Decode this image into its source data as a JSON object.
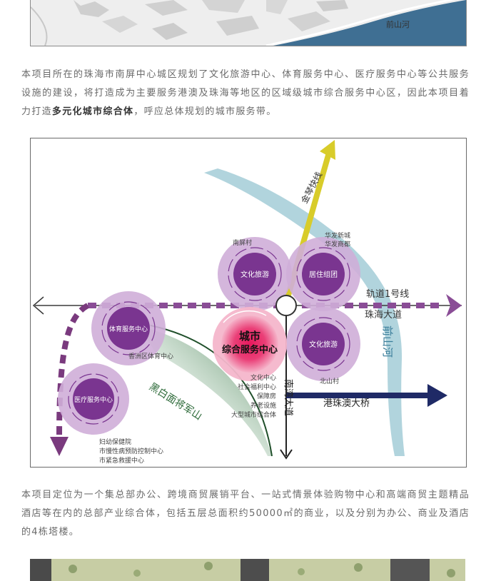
{
  "top_map": {
    "river_label": "前山河"
  },
  "paragraph1": {
    "before": "本项目所在的珠海市南屏中心城区规划了文化旅游中心、体育服务中心、医疗服务中心等公共服务设施的建设，将打造成为主要服务港澳及珠海等地区的区域级城市综合服务中心区，因此本项目着力打造",
    "bold": "多元化城市综合体",
    "after": "，呼应总体规划的城市服务带。"
  },
  "diagram": {
    "center": {
      "line1": "城市",
      "line2": "综合服务中心"
    },
    "circles": {
      "culture_top": "文化旅游",
      "residential": "居住组团",
      "sports": "体育服务中心",
      "culture_right": "文化旅游",
      "medical": "医疗服务中心"
    },
    "labels": {
      "nanping_village": "南屏村",
      "huafa_1": "华发新城",
      "huafa_2": "华发商都",
      "xiangzhou_sports": "香洲区体育中心",
      "beishan_village": "北山村",
      "rail_line": "轨道1号线",
      "zhuhai_avenue": "珠海大道",
      "qianshan_river": "前山河",
      "jinqin_expressway": "金琴快线",
      "nanwan_avenue": "南湾大道",
      "hzm_bridge": "港珠澳大桥",
      "mountain": "黑白面将军山"
    },
    "service_list": [
      "文化中心",
      "社会福利中心",
      "保障房",
      "养老设施",
      "大型城市综合体"
    ],
    "medical_list": [
      "妇幼保健院",
      "市慢性病预防控制中心",
      "市紧急救援中心"
    ],
    "colors": {
      "purple_dark": "#7a3590",
      "purple_light": "#cfaed8",
      "pink": "#e8185d",
      "river": "#a9cfd9",
      "yellow": "#d8cc2a",
      "navy": "#1f2a66",
      "green": "#2e6b3a"
    }
  },
  "paragraph2": {
    "text": "本项目定位为一个集总部办公、跨境商贸展销平台、一站式情景体验购物中心和高端商贸主题精品酒店等在内的总部产业综合体，包括五层总面积约50000㎡的商业，以及分别为办公、商业及酒店的4栋塔楼。"
  }
}
